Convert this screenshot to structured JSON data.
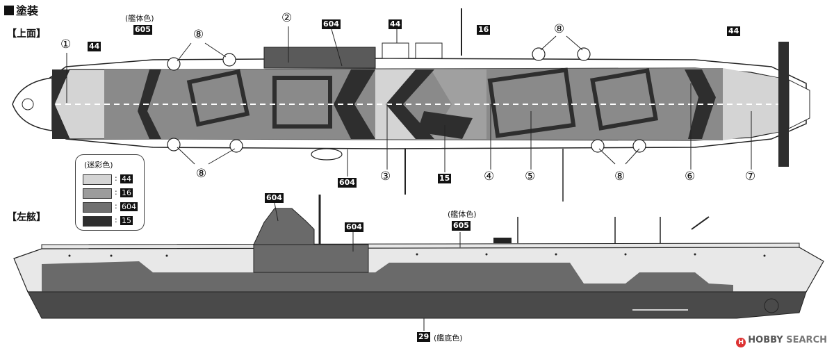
{
  "heading": "塗装",
  "views": {
    "top": "【上面】",
    "side": "【左舷】"
  },
  "hull_color_note": "(艦体色)",
  "bottom_color_note": "(艦底色)",
  "legend": {
    "title": "(迷彩色)",
    "entries": [
      {
        "code": "44",
        "color": "#d4d4d4"
      },
      {
        "code": "16",
        "color": "#9c9c9c"
      },
      {
        "code": "604",
        "color": "#707070"
      },
      {
        "code": "15",
        "color": "#2e2e2e"
      }
    ]
  },
  "colors": {
    "hull": "#e8e8e8",
    "bottom": "#4a4a4a",
    "ink": "#111111"
  },
  "tags": {
    "top_hull": "605",
    "top_604a": "604",
    "top_44a": "44",
    "top_16": "16",
    "top_44b": "44",
    "top_44c": "44",
    "top_604b": "604",
    "top_15": "15",
    "side_604a": "604",
    "side_604b": "604",
    "side_605": "605",
    "side_29": "29"
  },
  "callouts": [
    "①",
    "②",
    "③",
    "④",
    "⑤",
    "⑥",
    "⑦",
    "⑧"
  ],
  "watermark": {
    "brand": "HOBBY",
    "suffix": "SEARCH"
  }
}
